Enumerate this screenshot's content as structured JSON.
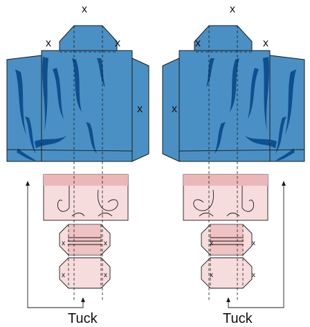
{
  "figure": {
    "left_net": {
      "labels": {
        "top": "x",
        "upper_left": "x",
        "upper_right": "x",
        "side": "x",
        "small_1": "x",
        "small_2": "x",
        "small_3": "x",
        "small_4": "x"
      },
      "caption": "Tuck"
    },
    "right_net": {
      "labels": {
        "top": "x",
        "upper_left": "x",
        "upper_right": "x",
        "side": "x",
        "small_1": "x",
        "small_2": "x",
        "small_3": "x",
        "small_4": "x"
      },
      "caption": "Tuck"
    },
    "colors": {
      "sleeve_blue": "#4a90c4",
      "sleeve_dark": "#0e4f8f",
      "hand_skin": "#f6dcdc",
      "band_pink": "#ecb7b9",
      "line": "#1b1b1b"
    }
  }
}
